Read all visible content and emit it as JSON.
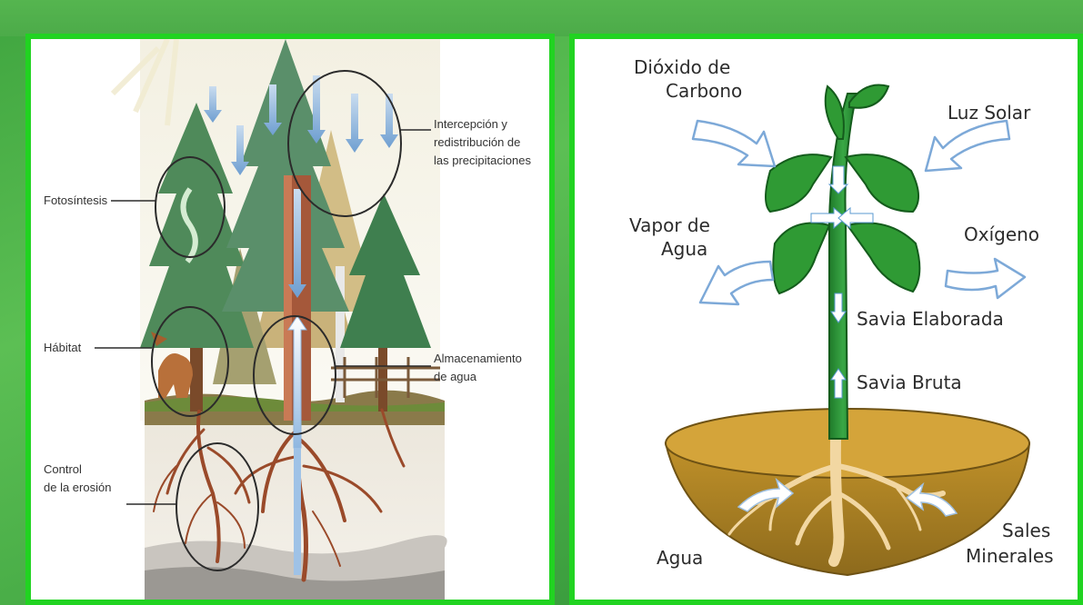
{
  "left_diagram": {
    "labels": {
      "photosynthesis": "Fotosíntesis",
      "interception_1": "Intercepción y",
      "interception_2": "redistribución de",
      "interception_3": "las precipitaciones",
      "habitat": "Hábitat",
      "storage_1": "Almacenamiento",
      "storage_2": "de agua",
      "erosion_1": "Control",
      "erosion_2": "de la erosión"
    }
  },
  "right_diagram": {
    "labels": {
      "co2_1": "Dióxido de",
      "co2_2": "Carbono",
      "sunlight": "Luz Solar",
      "vapor_1": "Vapor de",
      "vapor_2": "Agua",
      "oxygen": "Oxígeno",
      "elaborated_sap": "Savia Elaborada",
      "raw_sap": "Savia Bruta",
      "water": "Agua",
      "minerals_1": "Sales",
      "minerals_2": "Minerales"
    }
  },
  "colors": {
    "slide_background": "#4aae48",
    "panel_border": "#21d321",
    "plant_green": "#2e8b2e",
    "soil_brown": "#b5871f",
    "arrow_blue": "#7da9d8"
  }
}
